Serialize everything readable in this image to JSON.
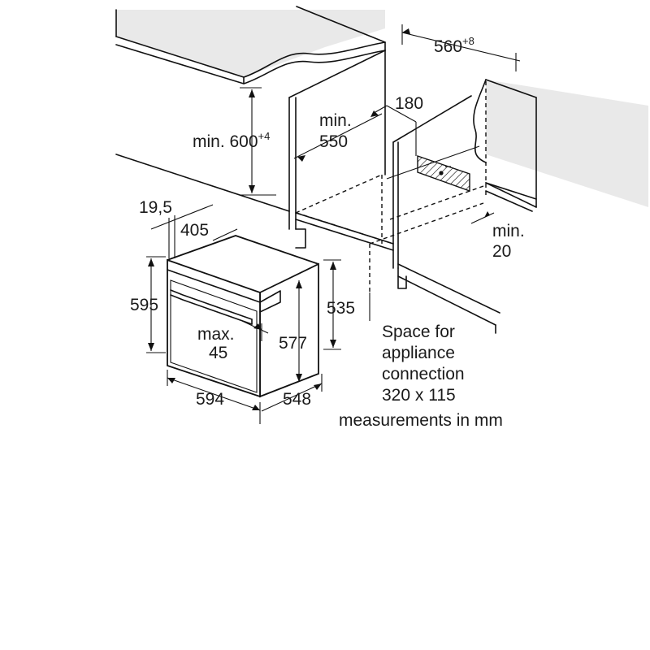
{
  "diagram": {
    "labels": {
      "width_560": "560",
      "width_560_tol": "+8",
      "height_600_prefix": "min. 600",
      "height_600_tol": "+4",
      "depth_550_line1": "min.",
      "depth_550_line2": "550",
      "gap_180": "180",
      "gap_20_line1": "min.",
      "gap_20_line2": "20",
      "frame_19_5": "19,5",
      "door_405": "405",
      "oven_height_595": "595",
      "oven_height_577": "577",
      "oven_depth_535": "535",
      "handle_line1": "max.",
      "handle_line2": "45",
      "oven_width_594": "594",
      "oven_depth_548": "548",
      "note_line1": "Space for",
      "note_line2": "appliance",
      "note_line3": "connection",
      "note_line4": "320 x 115",
      "units_note": "measurements in mm"
    }
  }
}
